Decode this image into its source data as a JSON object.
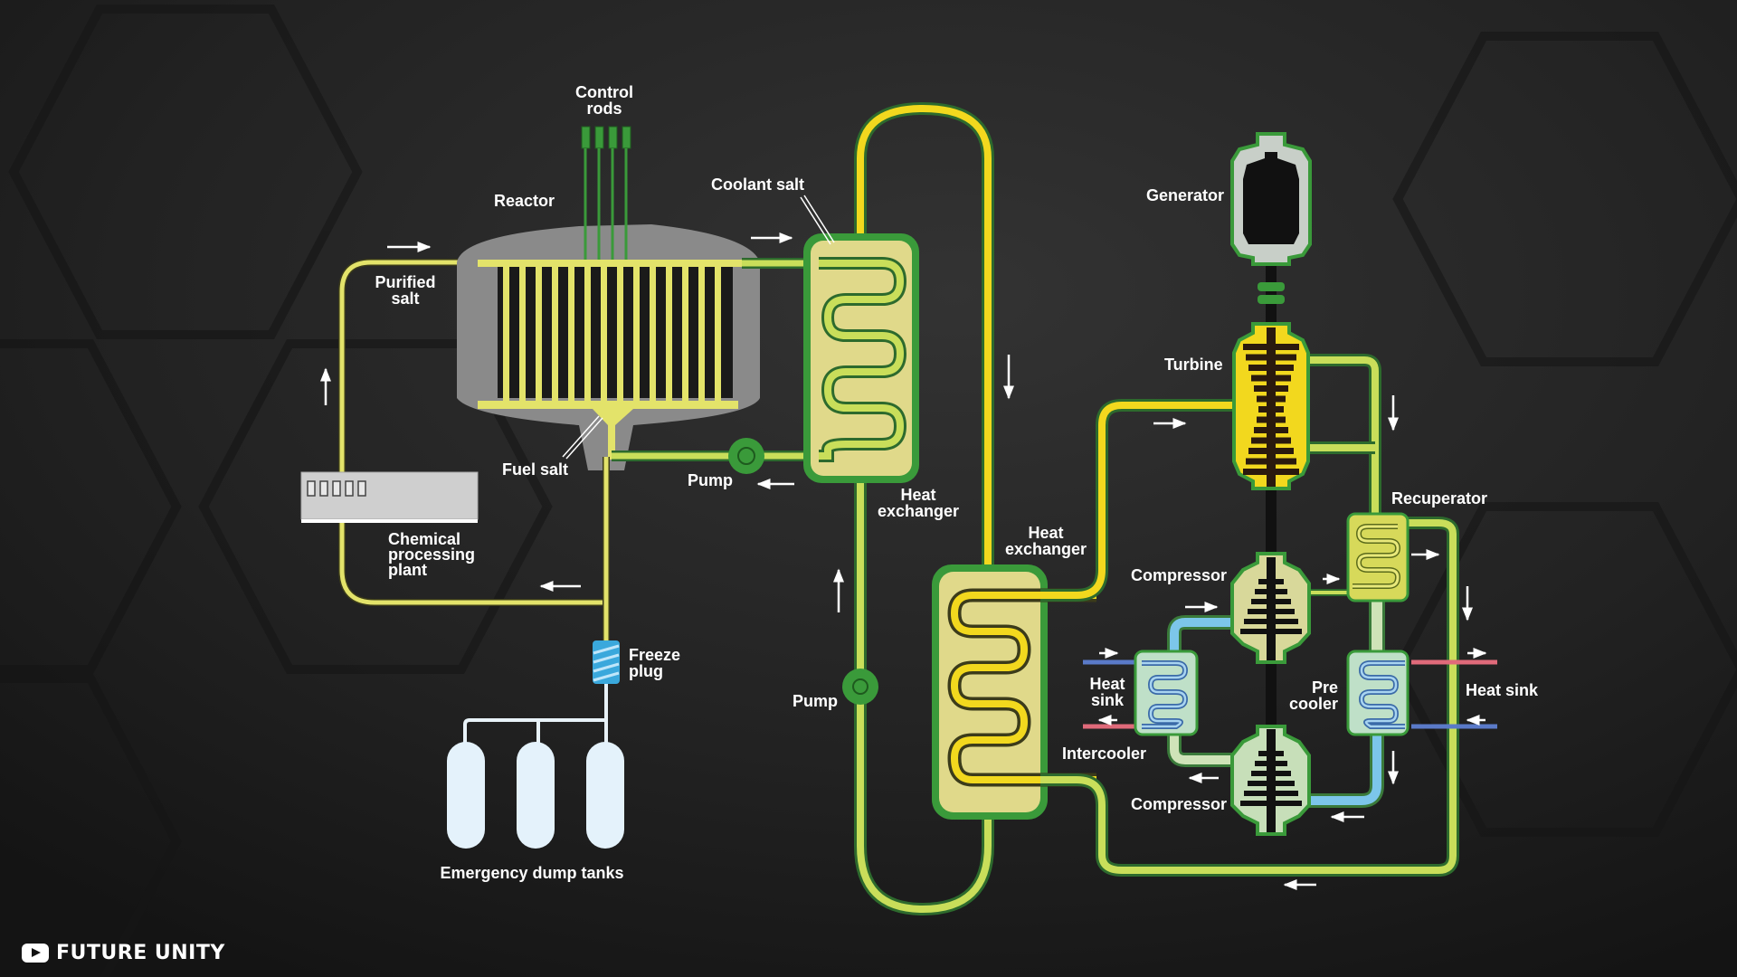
{
  "diagram": {
    "title": "Molten salt reactor with closed Brayton power cycle",
    "labels": {
      "control_rods": [
        "Control",
        "rods"
      ],
      "reactor": "Reactor",
      "coolant_salt": "Coolant salt",
      "purified_salt": [
        "Purified",
        "salt"
      ],
      "fuel_salt": "Fuel salt",
      "pump_primary": "Pump",
      "heat_exchanger_primary": [
        "Heat",
        "exchanger"
      ],
      "chemical_plant": [
        "Chemical",
        "processing",
        "plant"
      ],
      "freeze_plug": [
        "Freeze",
        "plug"
      ],
      "dump_tanks": "Emergency dump tanks",
      "pump_secondary": "Pump",
      "heat_exchanger_secondary": [
        "Heat",
        "exchanger"
      ],
      "generator": "Generator",
      "turbine": "Turbine",
      "recuperator": "Recuperator",
      "compressor_top": "Compressor",
      "compressor_bottom": "Compressor",
      "heat_sink_left": [
        "Heat",
        "sink"
      ],
      "intercooler": "Intercooler",
      "pre_cooler": [
        "Pre",
        "cooler"
      ],
      "heat_sink_right": "Heat sink"
    },
    "colors": {
      "background": "#1c1c1c",
      "fuel_salt": "#e3e36a",
      "coolant_salt": "#c9de5a",
      "gas_loop": "#f2d81e",
      "component_green": "#3a9a3a",
      "dark_green": "#1e5a1e",
      "vessel_grey": "#8a8a8a",
      "cold_blue": "#7cc6ea",
      "hot_red": "#e06a7a",
      "tank_fill": "#e4f2fb",
      "freeze_plug": "#3aa8dc"
    }
  },
  "branding": {
    "channel": "FUTURE UNITY",
    "icon": "play-button-icon"
  }
}
